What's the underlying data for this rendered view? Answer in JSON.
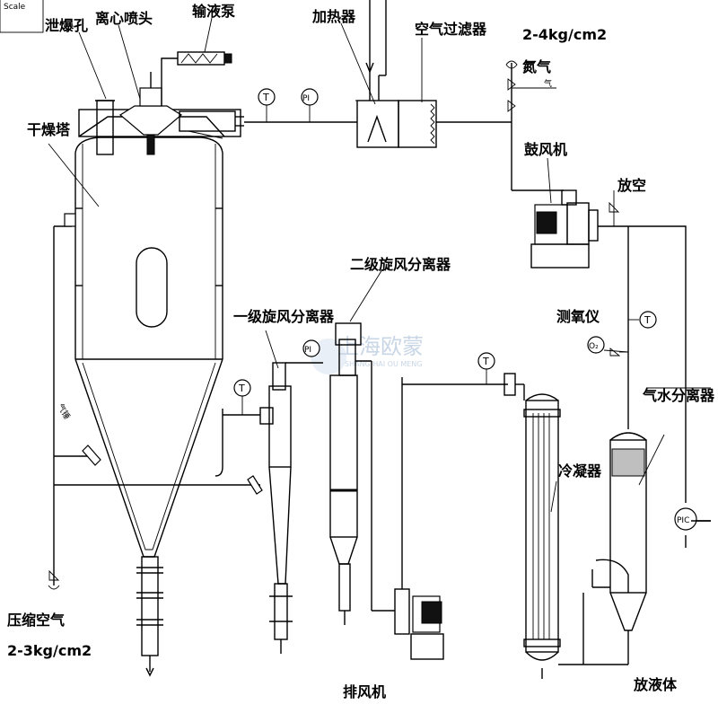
{
  "labels": {
    "explosion_vent": "泄爆孔",
    "atomizer": "离心喷头",
    "feed_pump": "输液泵",
    "heater": "加热器",
    "air_filter": "空气过滤器",
    "nitrogen_pressure": "2-4kg/cm2",
    "nitrogen": "氮气",
    "drying_tower": "干燥塔",
    "blower": "鼓风机",
    "vent": "放空",
    "cyclone2": "二级旋风分离器",
    "cyclone1": "一级旋风分离器",
    "oxygen_meter": "测氧仪",
    "gas_water_separator": "气水分离器",
    "condenser": "冷凝器",
    "compressed_air": "压缩空气",
    "compressed_air_pressure": "2-3kg/cm2",
    "exhaust_fan": "排风机",
    "discharge": "放液体"
  },
  "instruments": {
    "temp": "T",
    "pressure": "PI",
    "oxygen": "O₂",
    "pressure_control": "PIC"
  },
  "small_text": {
    "corner_tag": "Scale",
    "gas_label": "气锤",
    "nitrogen_line": "气"
  },
  "watermark": {
    "main": "上海欧蒙",
    "sub": "SHANG HAI OU MENG"
  }
}
